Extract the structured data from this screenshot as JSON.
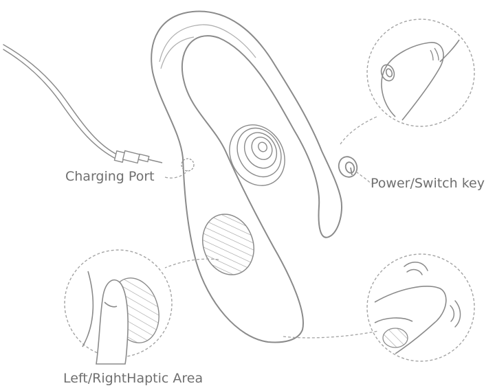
{
  "labels": {
    "charging_port": "Charging Port",
    "power_switch_key": "Power/Switch key",
    "haptic_area": "Left/RightHaptic Area"
  },
  "colors": {
    "line": "#8a8a8a",
    "dashed": "#a3a3a3",
    "text": "#6f6f6f"
  }
}
